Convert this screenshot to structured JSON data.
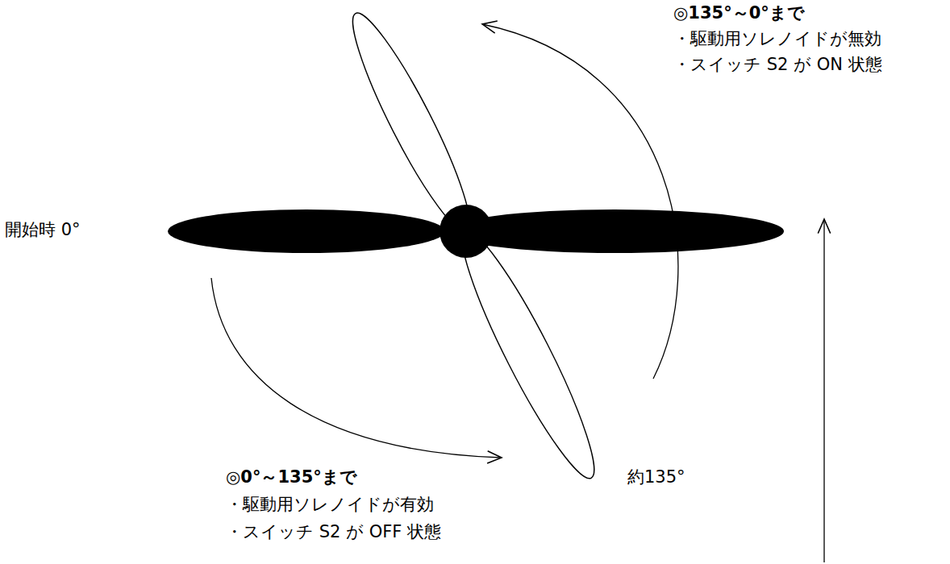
{
  "diagram": {
    "labels": [
      "◎135°～0°まで",
      "・駆動用ソレノイドが無効",
      "・スイッチ S2 が ON 状態",
      "開始時 0°",
      "約135°",
      "◎0°～135°まで",
      "・駆動用ソレノイドが有効",
      "・スイッチ S2 が OFF 状態"
    ]
  }
}
